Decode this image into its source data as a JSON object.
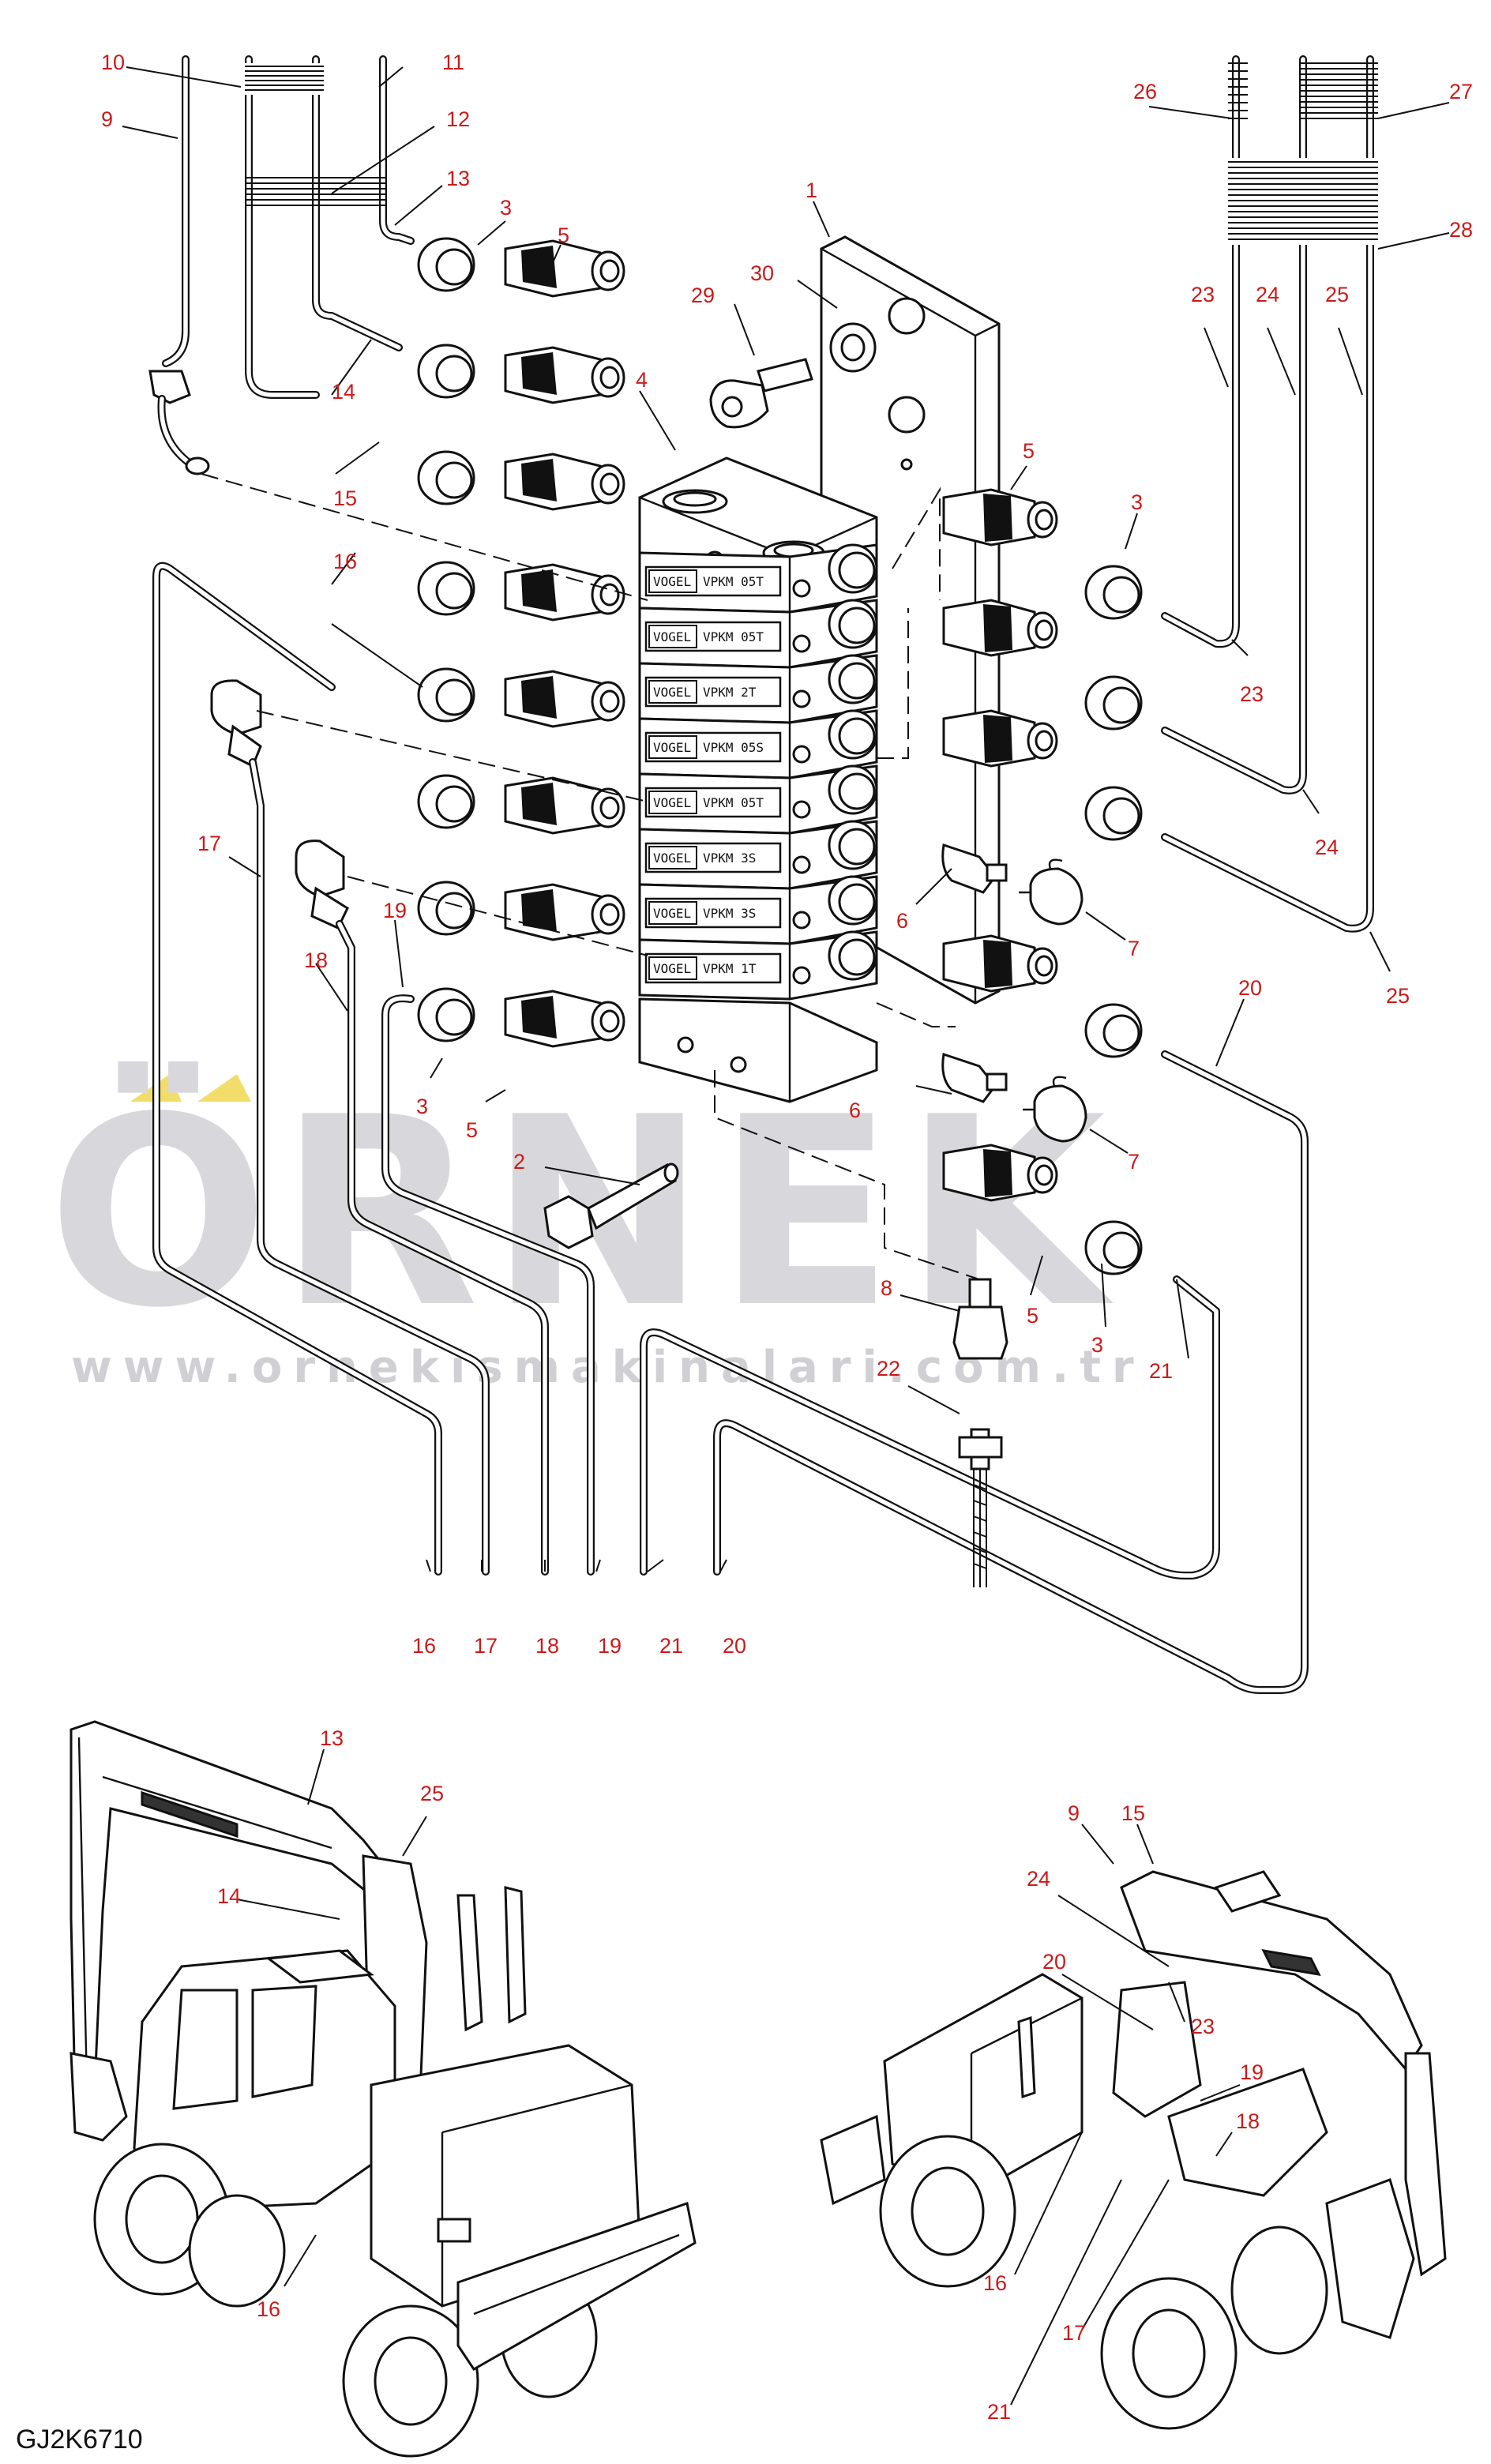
{
  "figure_id": "GJ2K6710",
  "watermark": {
    "brand": "ÖRNEK",
    "url": "www.ornekismakinalari.com.tr"
  },
  "distributor_labels": [
    "VOGEL",
    "VPKM 05T",
    "VPKM 05T",
    "VPKM 2T",
    "VPKM 05S",
    "VPKM 05T",
    "VPKM 3S",
    "VPKM 3S",
    "VPKM 1T"
  ],
  "callouts": {
    "c1": "1",
    "c2": "2",
    "c3a": "3",
    "c3b": "3",
    "c3c": "3",
    "c3d": "3",
    "c4": "4",
    "c5a": "5",
    "c5b": "5",
    "c5c": "5",
    "c5d": "5",
    "c6a": "6",
    "c6b": "6",
    "c7a": "7",
    "c7b": "7",
    "c8": "8",
    "c9": "9",
    "c10": "10",
    "c11": "11",
    "c12": "12",
    "c13": "13",
    "c14": "14",
    "c15": "15",
    "c16": "16",
    "c16b": "16",
    "c17": "17",
    "c17b": "17",
    "c18": "18",
    "c18b": "18",
    "c19": "19",
    "c19b": "19",
    "c20": "20",
    "c20b": "20",
    "c21": "21",
    "c21b": "21",
    "c21c": "21",
    "c22": "22",
    "c23": "23",
    "c23b": "23",
    "c24": "24",
    "c24b": "24",
    "c25": "25",
    "c25b": "25",
    "c26": "26",
    "c27": "27",
    "c28": "28",
    "c29": "29",
    "c30": "30",
    "m1_13": "13",
    "m1_25": "25",
    "m1_14": "14",
    "m1_16": "16",
    "m2_9": "9",
    "m2_15": "15",
    "m2_24": "24",
    "m2_20": "20",
    "m2_23": "23",
    "m2_19": "19",
    "m2_18": "18",
    "m2_16": "16",
    "m2_17": "17",
    "m2_21": "21"
  }
}
